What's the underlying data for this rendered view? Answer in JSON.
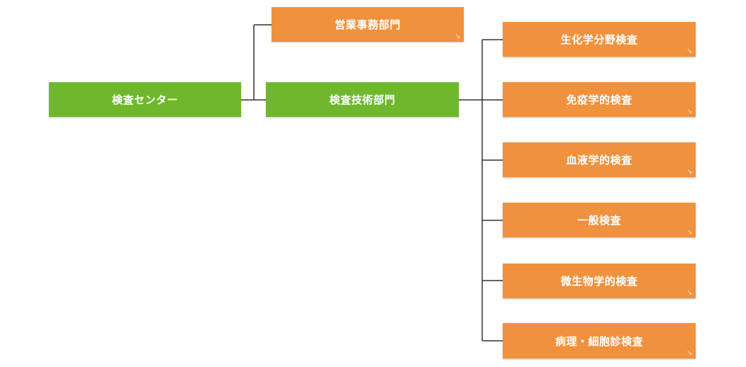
{
  "diagram": {
    "root": {
      "label": "検査センター"
    },
    "branches": [
      {
        "label": "営業事務部門",
        "link_icon": "↘"
      },
      {
        "label": "検査技術部門"
      }
    ],
    "subunits": [
      {
        "label": "生化学分野検査",
        "link_icon": "↘"
      },
      {
        "label": "免疫学的検査",
        "link_icon": "↘"
      },
      {
        "label": "血液学的検査",
        "link_icon": "↘"
      },
      {
        "label": "一般検査",
        "link_icon": "↘"
      },
      {
        "label": "微生物学的検査",
        "link_icon": "↘"
      },
      {
        "label": "病理・細胞診検査",
        "link_icon": "↘"
      }
    ],
    "colors": {
      "department_green": "#6fb82e",
      "link_orange": "#f0913d",
      "connector": "#333333"
    }
  }
}
